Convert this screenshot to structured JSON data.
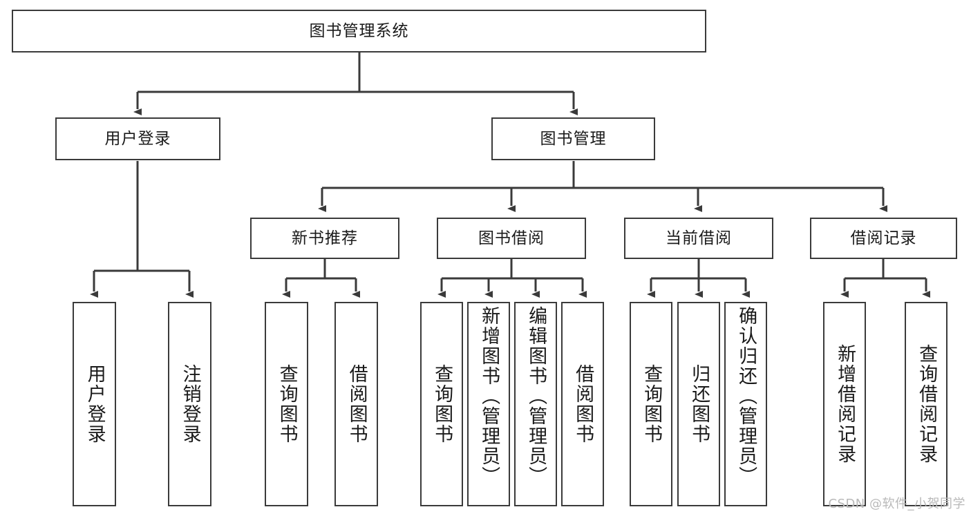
{
  "diagram": {
    "title": "图书管理系统",
    "type": "function-structure-tree",
    "root": {
      "label": "图书管理系统"
    },
    "level2": [
      {
        "label": "用户登录"
      },
      {
        "label": "图书管理"
      }
    ],
    "level3": [
      {
        "label": "新书推荐"
      },
      {
        "label": "图书借阅"
      },
      {
        "label": "当前借阅"
      },
      {
        "label": "借阅记录"
      }
    ],
    "leaves": {
      "user_login": [
        {
          "label": "用户登录"
        },
        {
          "label": "注销登录"
        }
      ],
      "new_book_recommend": [
        {
          "label": "查询图书"
        },
        {
          "label": "借阅图书"
        }
      ],
      "book_borrow": [
        {
          "label": "查询图书"
        },
        {
          "label": "新增图书（管理员）"
        },
        {
          "label": "编辑图书（管理员）"
        },
        {
          "label": "借阅图书"
        }
      ],
      "current_borrow": [
        {
          "label": "查询图书"
        },
        {
          "label": "归还图书"
        },
        {
          "label": "确认归还（管理员）"
        }
      ],
      "borrow_record": [
        {
          "label": "新增借阅记录"
        },
        {
          "label": "查询借阅记录"
        }
      ]
    }
  },
  "watermark": {
    "text": "CSDN @软件_小贺同学"
  },
  "colors": {
    "stroke": "#3a3a3a",
    "box_fill": "#ffffff",
    "text": "#1a1a1a",
    "watermark": "#b9b9b9"
  }
}
